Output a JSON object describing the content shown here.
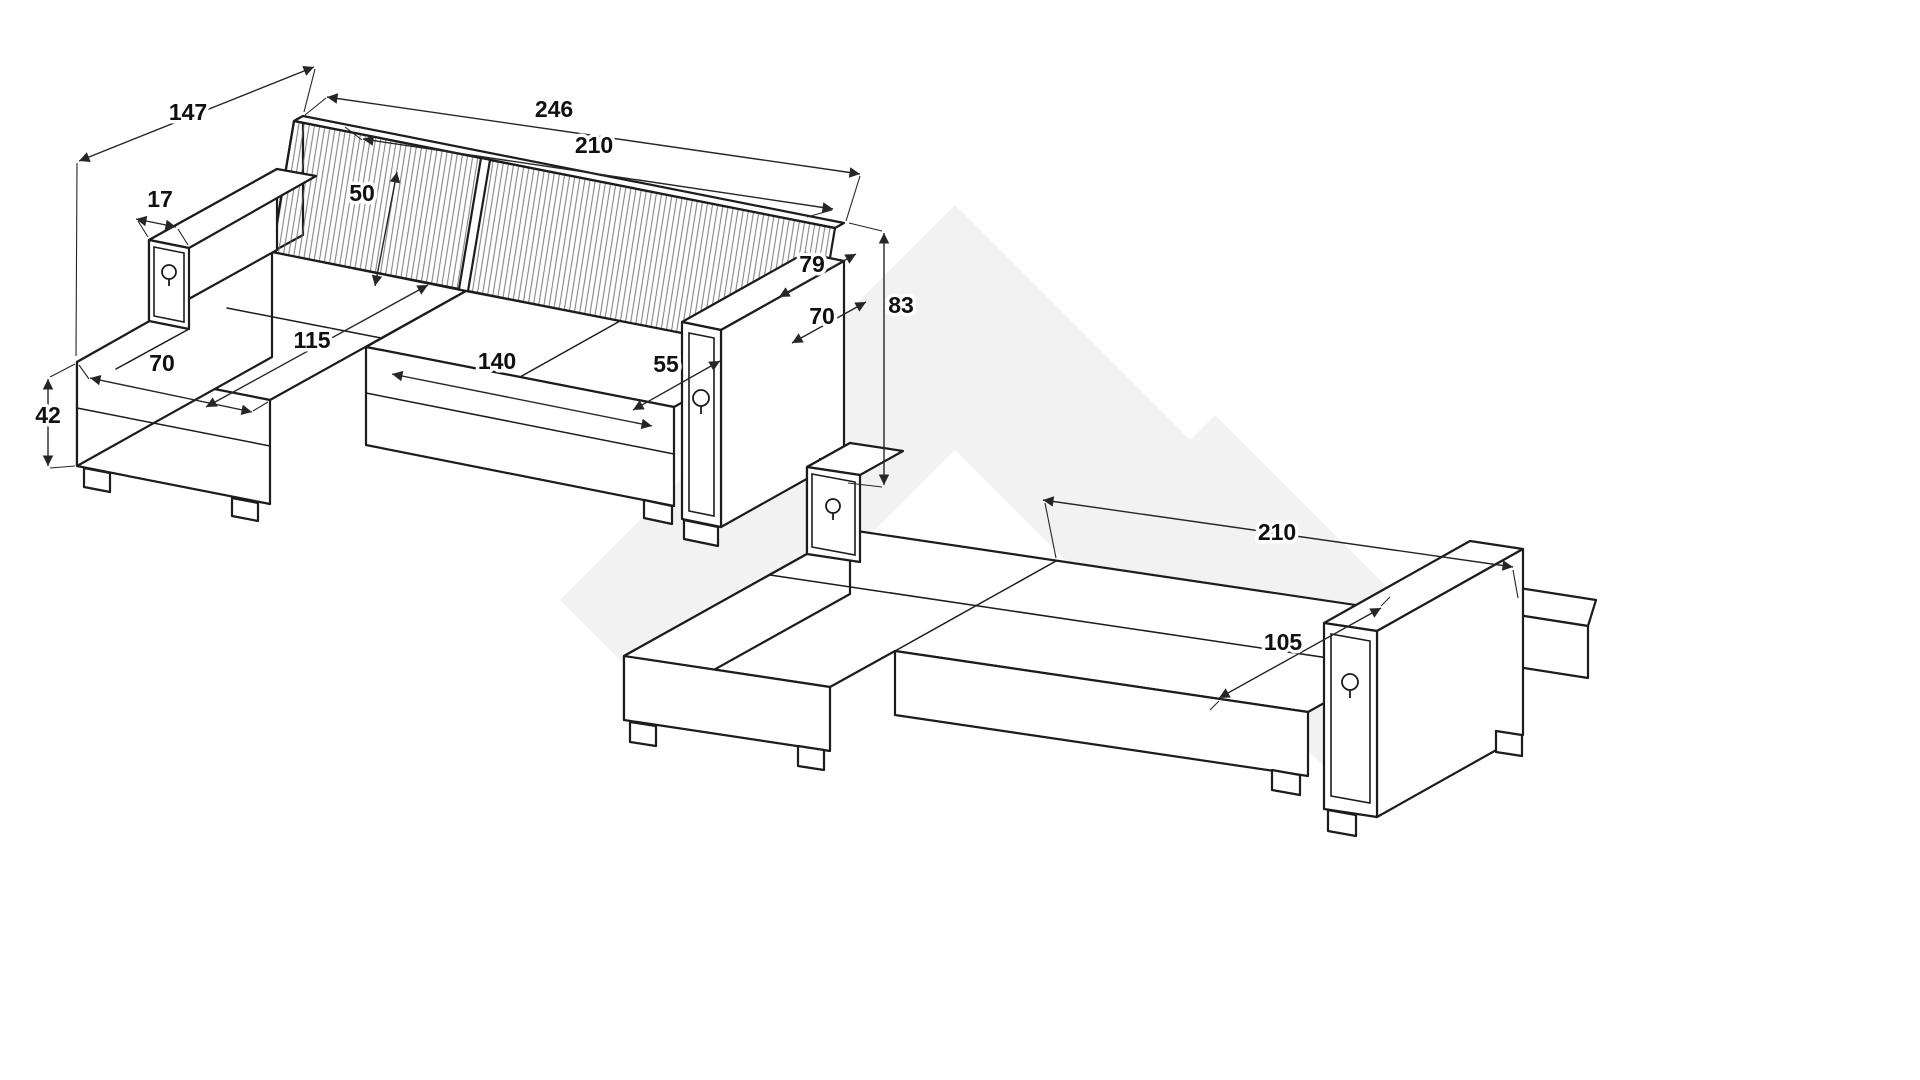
{
  "page": {
    "background": "#ffffff",
    "description": "Technical dimension drawing of a corner sofa-bed, sofa configuration (top left) and unfolded bed configuration (bottom right)"
  },
  "colors": {
    "outline": "#1c1c1c",
    "dimension_line": "#262626",
    "hatch": "#6a6a6a",
    "watermark": "#f2f2f2",
    "label": "#101010",
    "background": "#ffffff"
  },
  "sofa_view": {
    "name": "sofa-configuration",
    "dims": {
      "total_depth": "147",
      "total_length": "246",
      "inner_length": "210",
      "armrest_width": "17",
      "backrest_cushion_height": "50",
      "back_height": "79",
      "armrest_height": "70",
      "total_height": "83",
      "chaise_cushion_length": "115",
      "chaise_width": "70",
      "seat_cushion_length": "140",
      "seat_cushion_depth": "55",
      "base_height": "42"
    }
  },
  "bed_view": {
    "name": "bed-configuration",
    "dims": {
      "bed_length": "210",
      "mattress_half_width": "105"
    }
  }
}
